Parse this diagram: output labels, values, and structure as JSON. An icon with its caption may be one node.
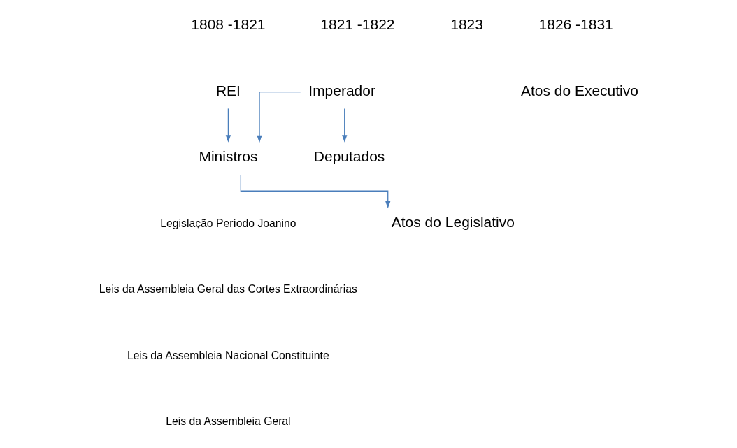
{
  "diagram": {
    "nodes": [
      {
        "text": [
          "REI"
        ]
      },
      {
        "text": [
          "Imperador"
        ]
      },
      {
        "text": [
          "Atos do Legislativo"
        ]
      },
      {
        "text": [
          "Deputados"
        ]
      },
      {
        "text": [
          "Ministros"
        ]
      }
    ],
    "edges": [
      {
        "from": 0,
        "to": 4,
        "arrow": "to"
      },
      {
        "from": 1,
        "to": 4,
        "arrow": "to"
      },
      {
        "from": 1,
        "to": 3,
        "arrow": "to"
      },
      {
        "from": 4,
        "to": 2,
        "arrow": "to"
      }
    ],
    "labels": [
      "1808 -1821",
      "1821 -1822",
      "1823",
      "1826 -1831",
      "Atos do Executivo",
      "Legislação Período Joanino",
      "Leis da Assembleia Geral das Cortes Extraordinárias",
      "Leis da Assembleia Nacional Constituinte",
      "Leis da Assembleia Geral"
    ]
  }
}
